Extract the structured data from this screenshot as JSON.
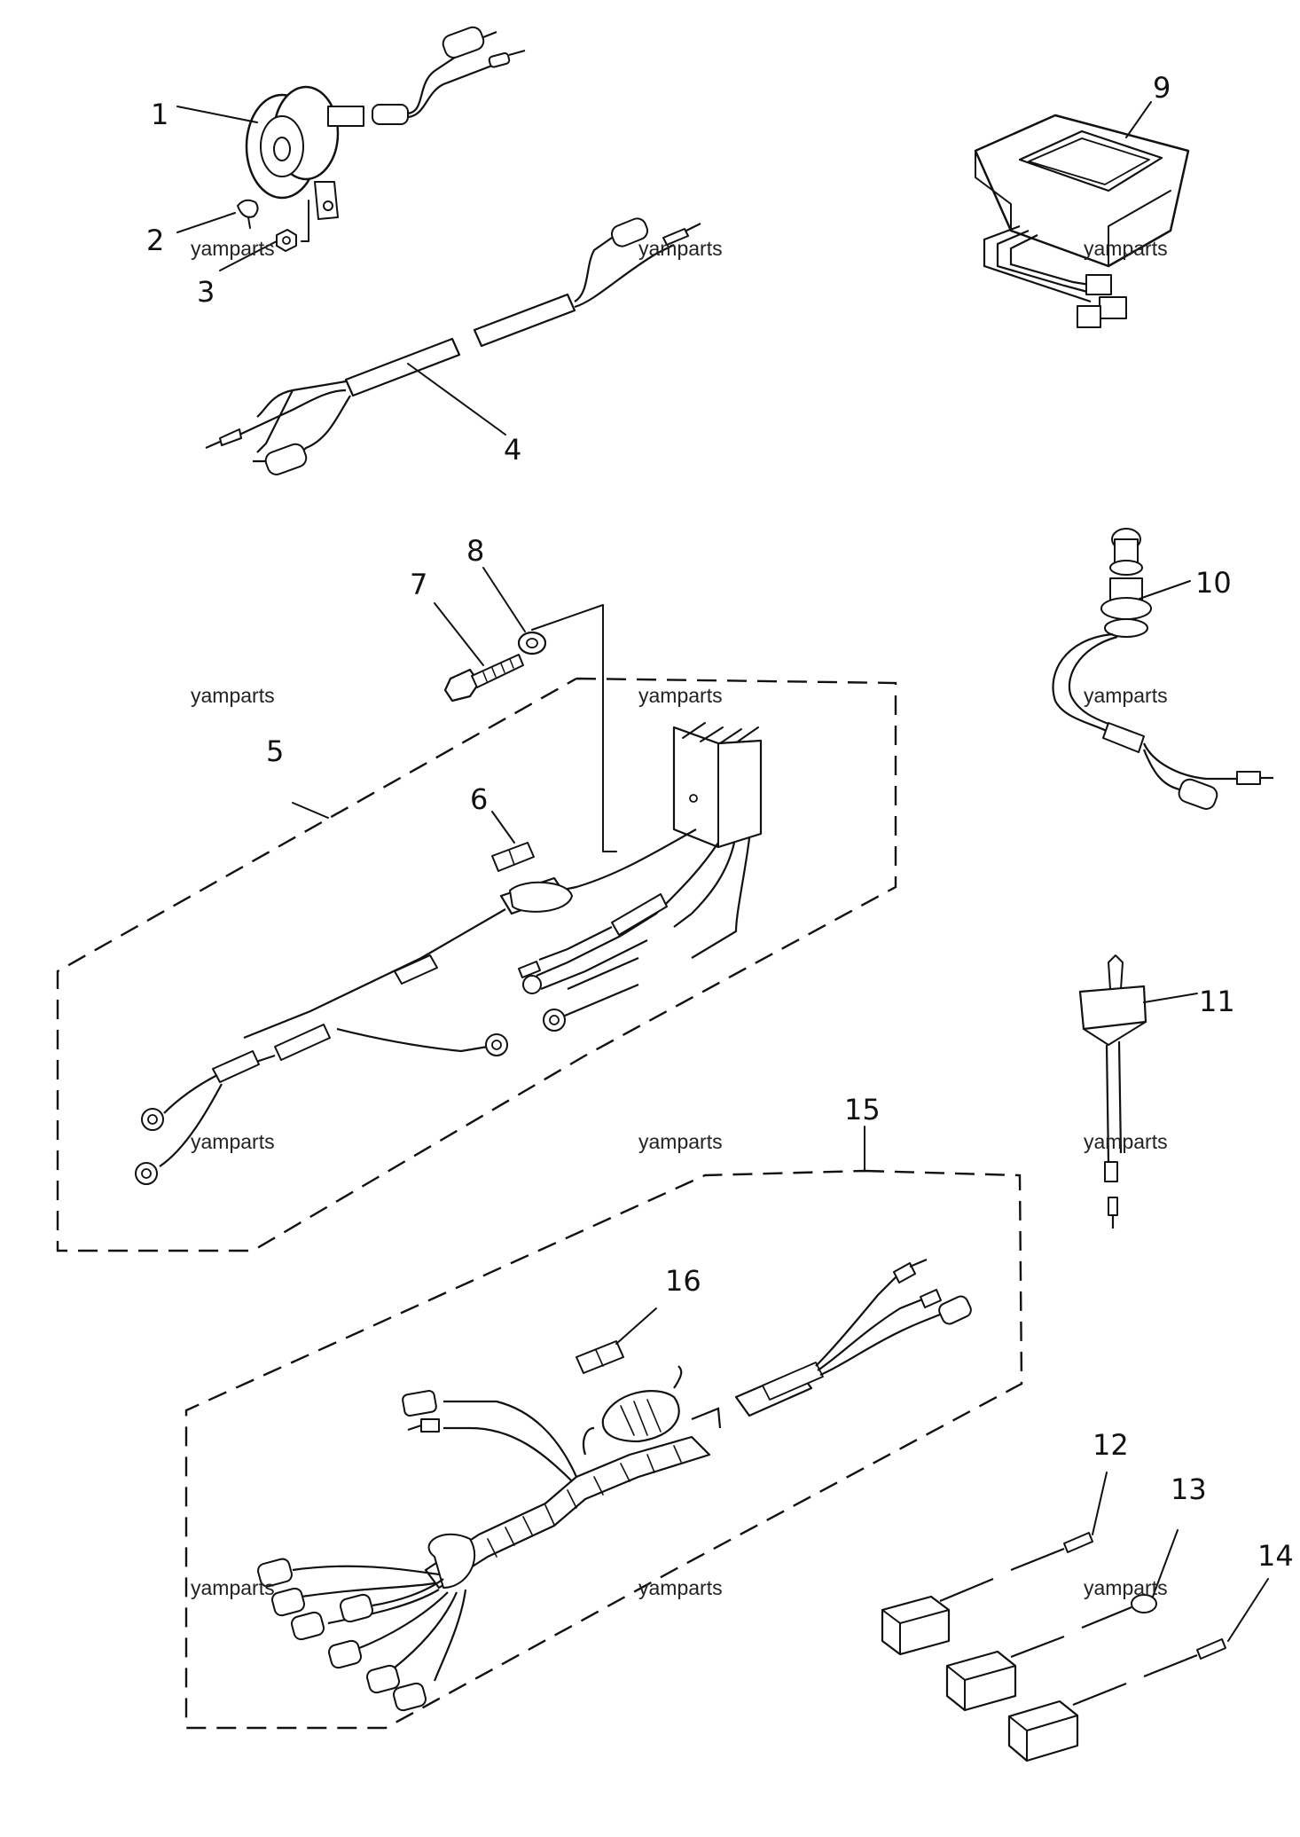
{
  "callouts": {
    "c1": "1",
    "c2": "2",
    "c3": "3",
    "c4": "4",
    "c5": "5",
    "c6": "6",
    "c7": "7",
    "c8": "8",
    "c9": "9",
    "c10": "10",
    "c11": "11",
    "c12": "12",
    "c13": "13",
    "c14": "14",
    "c15": "15",
    "c16": "16"
  },
  "watermark": "yamparts"
}
